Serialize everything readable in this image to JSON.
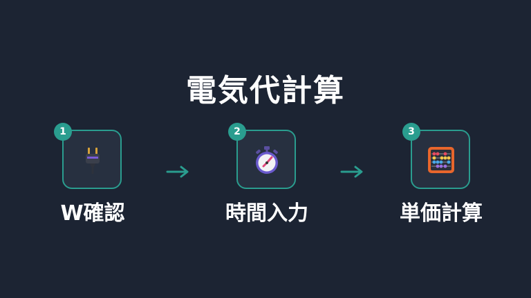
{
  "title": "電気代計算",
  "steps": [
    {
      "number": "1",
      "label": "W確認",
      "icon": "power-plug-icon"
    },
    {
      "number": "2",
      "label": "時間入力",
      "icon": "stopwatch-icon"
    },
    {
      "number": "3",
      "label": "単価計算",
      "icon": "abacus-icon"
    }
  ],
  "colors": {
    "background": "#1c2433",
    "accent": "#2a9d8f",
    "box_fill": "#273040",
    "text": "#ffffff"
  }
}
